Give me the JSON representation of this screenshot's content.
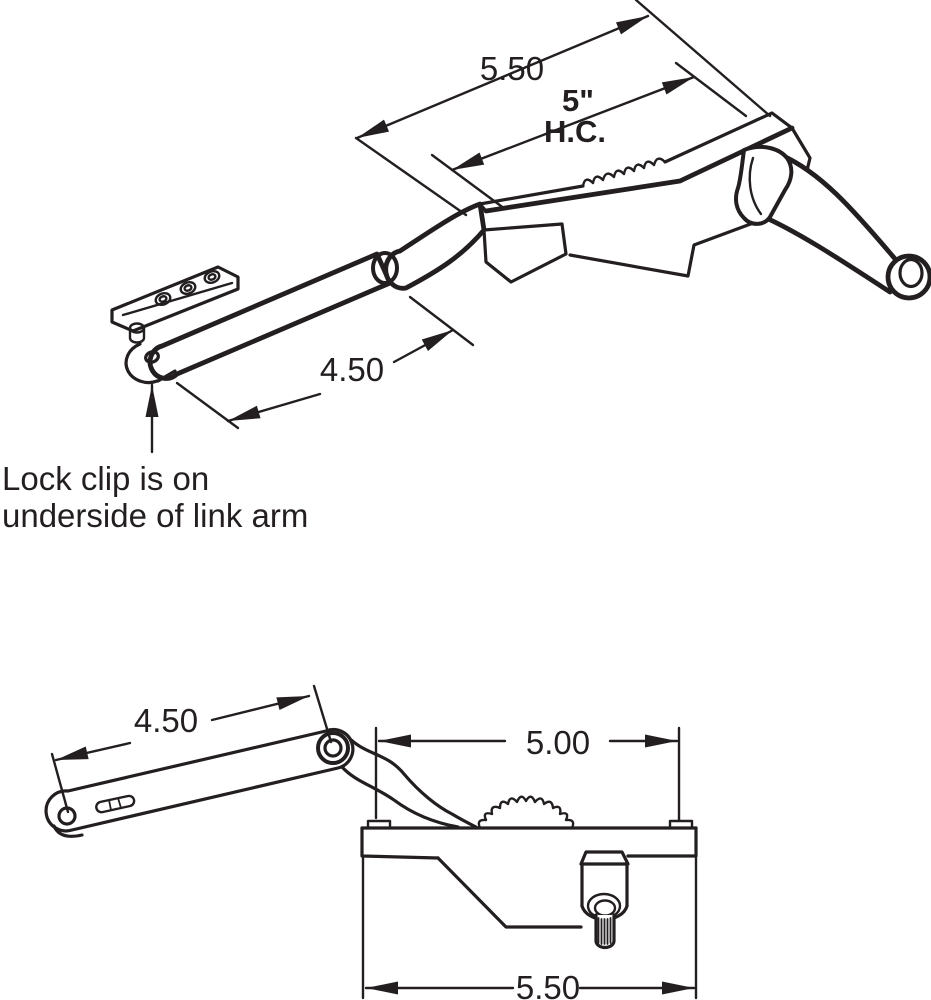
{
  "page": {
    "background": "#ffffff",
    "ink": "#231f20"
  },
  "top_view": {
    "dim_overall": "5.50",
    "dim_hole_centers_value": "5\"",
    "dim_hole_centers_label": "H.C.",
    "dim_link_arm": "4.50",
    "note_line1": "Lock clip is on",
    "note_line2": "underside of link arm"
  },
  "bottom_view": {
    "dim_link_arm": "4.50",
    "dim_hole_centers": "5.00",
    "dim_overall": "5.50"
  }
}
